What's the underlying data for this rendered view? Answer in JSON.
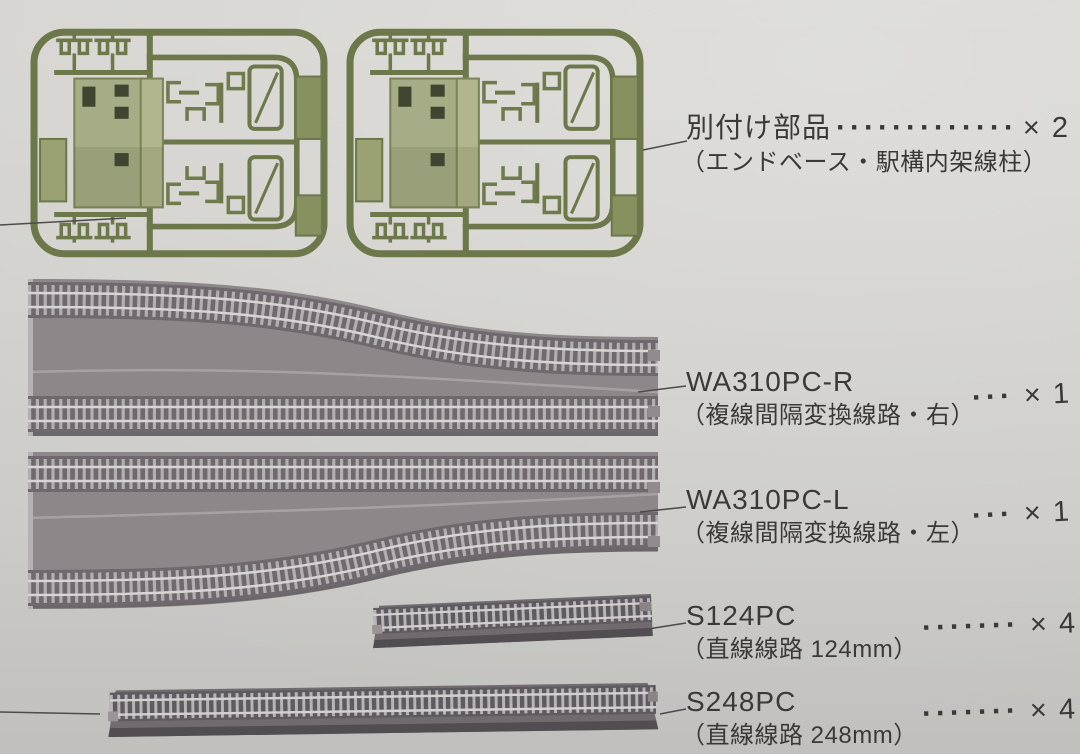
{
  "figure": {
    "type": "model-railway-parts-list",
    "items": [
      {
        "code": "別付け部品",
        "desc": "（エンドベース・駅構内架線柱）",
        "dots": "·············",
        "qty": "× 2"
      },
      {
        "code": "WA310PC-R",
        "desc": "（複線間隔変換線路・右）",
        "dots": "···",
        "qty": "× 1"
      },
      {
        "code": "WA310PC-L",
        "desc": "（複線間隔変換線路・左）",
        "dots": "···",
        "qty": "× 1"
      },
      {
        "code": "S124PC",
        "desc": "（直線線路 124mm）",
        "dots": "·······",
        "qty": "× 4"
      },
      {
        "code": "S248PC",
        "desc": "（直線線路 248mm）",
        "dots": "·······",
        "qty": "× 4"
      }
    ],
    "colors": {
      "paper": "#d6d5d1",
      "sprue_runner_green": "#6c774a",
      "sprue_part_fill": "#a6ac85",
      "sprue_plate_dark": "#87905f",
      "ballast_gray": "#8d878a",
      "ballast_dark": "#5f5a5f",
      "tie_light": "#b3aeb0",
      "rail_light": "#d9d5d7",
      "text": "#3a3936",
      "leader_line": "#4c4b49"
    }
  }
}
